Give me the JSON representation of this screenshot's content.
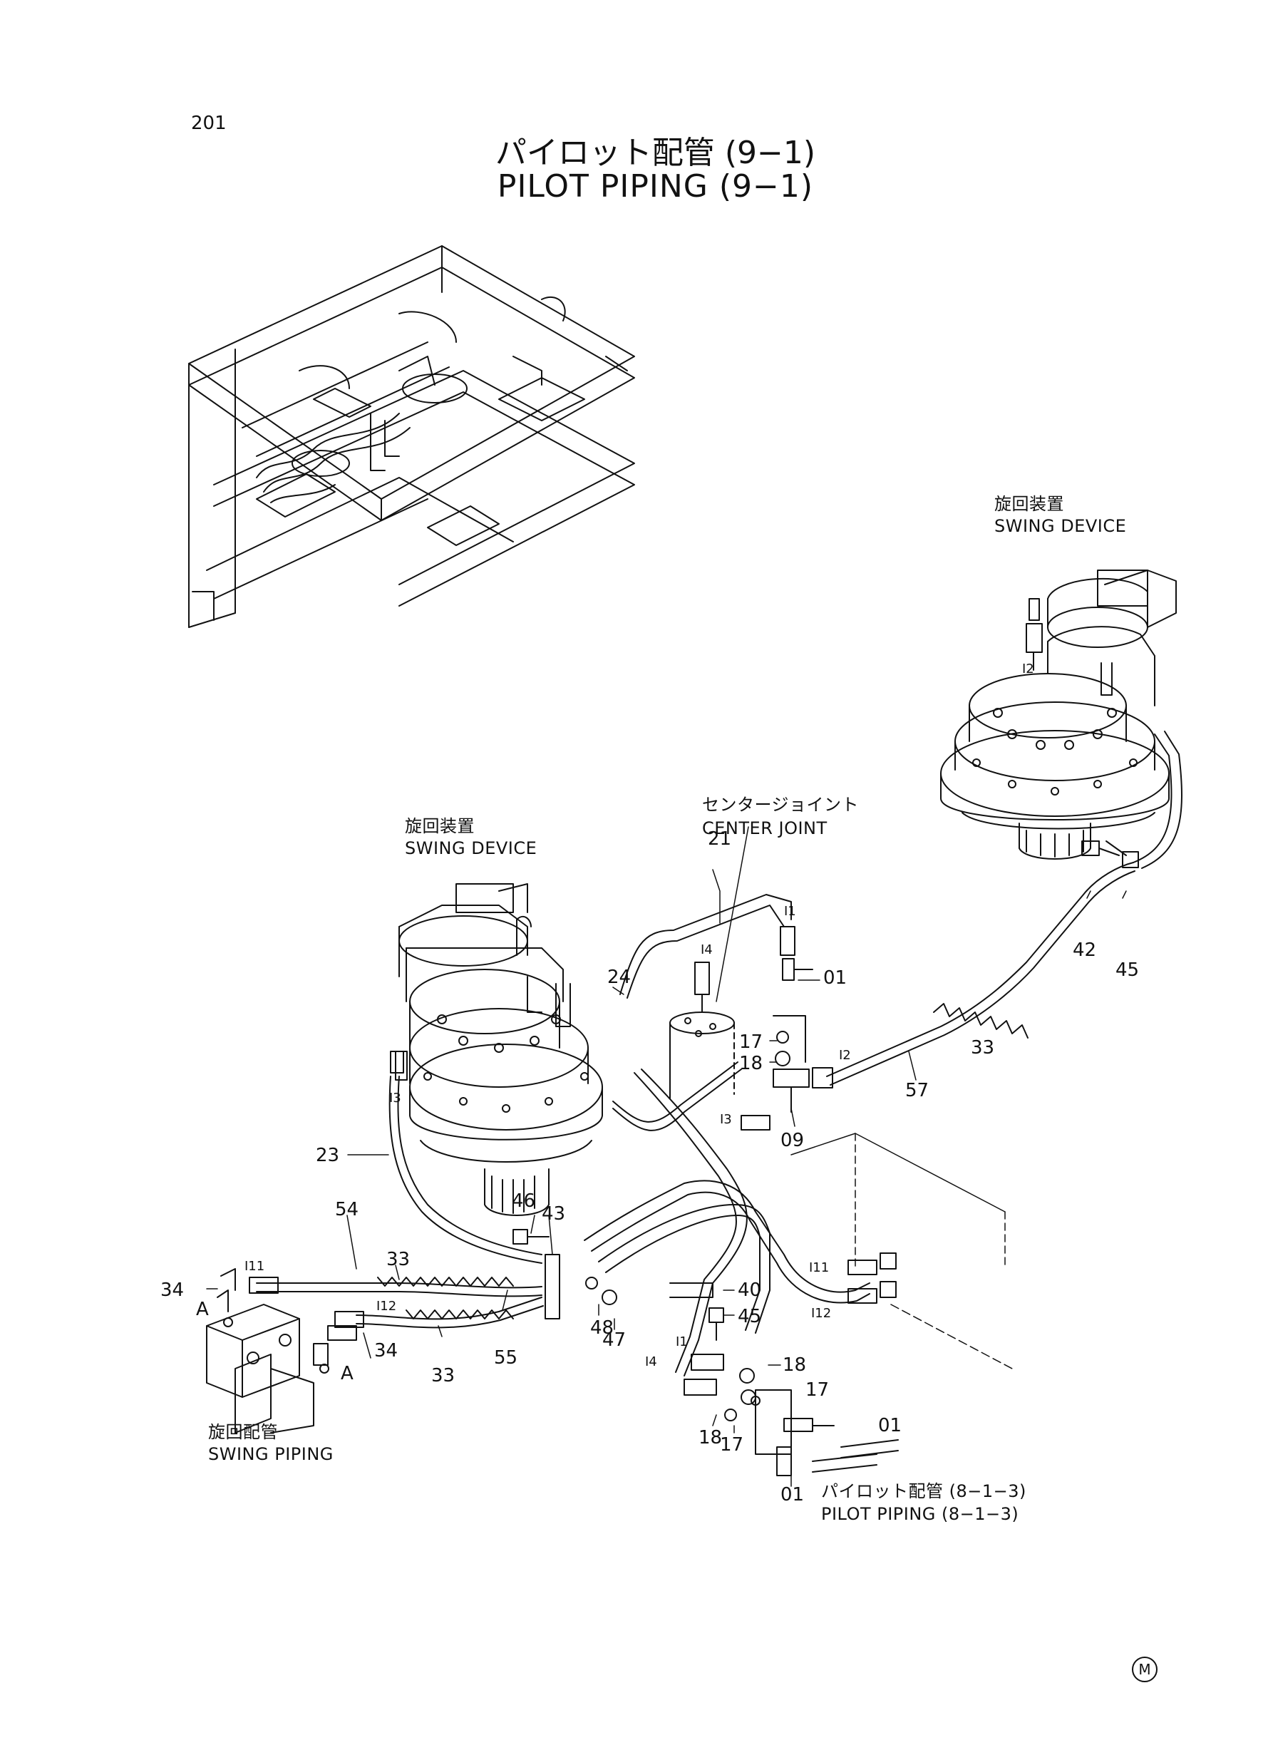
{
  "page_number": "201",
  "title": {
    "japanese": "パイロット配管 (9−1)",
    "english": "PILOT PIPING (9−1)"
  },
  "callouts": {
    "swing_device_right": {
      "jp": "旋回装置",
      "en": "SWING DEVICE"
    },
    "swing_device_left": {
      "jp": "旋回装置",
      "en": "SWING DEVICE"
    },
    "center_joint": {
      "jp": "センタージョイント",
      "en": "CENTER JOINT"
    },
    "swing_piping": {
      "jp": "旋回配管",
      "en": "SWING PIPING"
    },
    "pilot_piping_ref": {
      "jp": "パイロット配管 (8−1−3)",
      "en": "PILOT PIPING (8−1−3)"
    }
  },
  "part_numbers": {
    "p01a": "01",
    "p01b": "01",
    "p01c": "01",
    "p09": "09",
    "p17a": "17",
    "p17b": "17",
    "p17c": "17",
    "p18a": "18",
    "p18b": "18",
    "p18c": "18",
    "p21": "21",
    "p23": "23",
    "p24": "24",
    "p33a": "33",
    "p33b": "33",
    "p33c": "33",
    "p34a": "34",
    "p34b": "34",
    "p40": "40",
    "p42": "42",
    "p43": "43",
    "p45a": "45",
    "p45b": "45",
    "p46": "46",
    "p47": "47",
    "p48": "48",
    "p54": "54",
    "p55": "55",
    "p57": "57"
  },
  "port_labels": {
    "i1a": "I1",
    "i1b": "I1",
    "i2a": "I2",
    "i2b": "I2",
    "i3a": "I3",
    "i3b": "I3",
    "i4a": "I4",
    "i4b": "I4",
    "i11a": "I11",
    "i11b": "I11",
    "i12a": "I12",
    "i12b": "I12",
    "a1": "A",
    "a2": "A"
  },
  "footer_mark": "M"
}
